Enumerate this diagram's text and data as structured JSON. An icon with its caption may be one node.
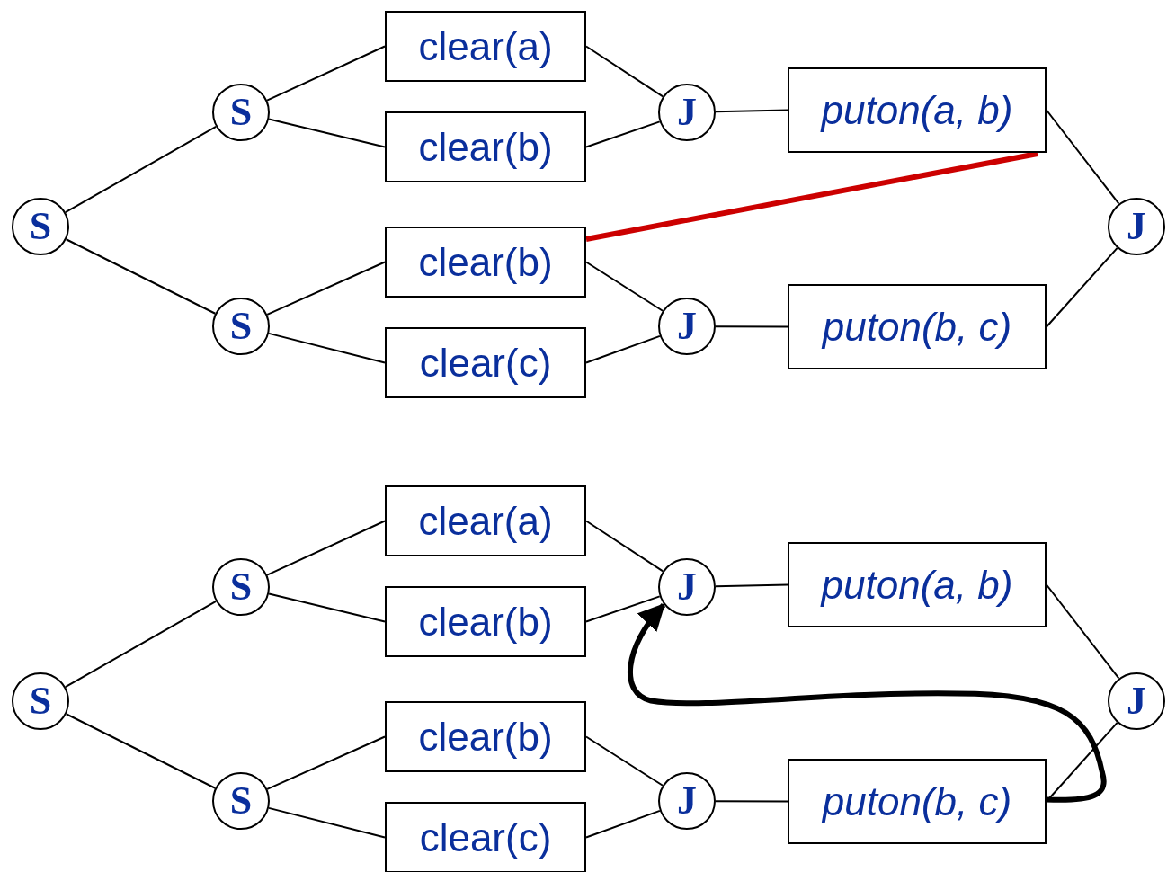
{
  "diagram": {
    "nodes": [
      {
        "text": [
          "S"
        ]
      },
      {
        "text": [
          "S"
        ]
      },
      {
        "text": [
          "clear(a)"
        ]
      },
      {
        "text": [
          "clear(b)"
        ]
      },
      {
        "text": [
          "J"
        ]
      },
      {
        "text": [
          "puton(a, b)"
        ]
      },
      {
        "text": [
          "S"
        ]
      },
      {
        "text": [
          "clear(b)"
        ]
      },
      {
        "text": [
          "clear(c)"
        ]
      },
      {
        "text": [
          "J"
        ]
      },
      {
        "text": [
          "puton(b, c)"
        ]
      },
      {
        "text": [
          "J"
        ]
      },
      {
        "text": [
          "S"
        ]
      },
      {
        "text": [
          "S"
        ]
      },
      {
        "text": [
          "clear(a)"
        ]
      },
      {
        "text": [
          "clear(b)"
        ]
      },
      {
        "text": [
          "J"
        ]
      },
      {
        "text": [
          "puton(a, b)"
        ]
      },
      {
        "text": [
          "S"
        ]
      },
      {
        "text": [
          "clear(b)"
        ]
      },
      {
        "text": [
          "clear(c)"
        ]
      },
      {
        "text": [
          "J"
        ]
      },
      {
        "text": [
          "puton(b, c)"
        ]
      },
      {
        "text": [
          "J"
        ]
      }
    ],
    "edges": [
      {
        "from": 0,
        "to": 1,
        "arrow": "none"
      },
      {
        "from": 0,
        "to": 6,
        "arrow": "none"
      },
      {
        "from": 1,
        "to": 2,
        "arrow": "none"
      },
      {
        "from": 1,
        "to": 3,
        "arrow": "none"
      },
      {
        "from": 2,
        "to": 4,
        "arrow": "none"
      },
      {
        "from": 3,
        "to": 4,
        "arrow": "none"
      },
      {
        "from": 4,
        "to": 5,
        "arrow": "none"
      },
      {
        "from": 5,
        "to": 11,
        "arrow": "none"
      },
      {
        "from": 6,
        "to": 7,
        "arrow": "none"
      },
      {
        "from": 6,
        "to": 8,
        "arrow": "none"
      },
      {
        "from": 7,
        "to": 9,
        "arrow": "none"
      },
      {
        "from": 8,
        "to": 9,
        "arrow": "none"
      },
      {
        "from": 9,
        "to": 10,
        "arrow": "none"
      },
      {
        "from": 10,
        "to": 11,
        "arrow": "none"
      },
      {
        "from": 7,
        "to": 5,
        "arrow": "none",
        "style": "thick",
        "color": "#cc0000"
      },
      {
        "from": 12,
        "to": 13,
        "arrow": "none"
      },
      {
        "from": 12,
        "to": 18,
        "arrow": "none"
      },
      {
        "from": 13,
        "to": 14,
        "arrow": "none"
      },
      {
        "from": 13,
        "to": 15,
        "arrow": "none"
      },
      {
        "from": 14,
        "to": 16,
        "arrow": "none"
      },
      {
        "from": 15,
        "to": 16,
        "arrow": "none"
      },
      {
        "from": 16,
        "to": 17,
        "arrow": "none"
      },
      {
        "from": 17,
        "to": 23,
        "arrow": "none"
      },
      {
        "from": 18,
        "to": 19,
        "arrow": "none"
      },
      {
        "from": 18,
        "to": 20,
        "arrow": "none"
      },
      {
        "from": 19,
        "to": 21,
        "arrow": "none"
      },
      {
        "from": 20,
        "to": 21,
        "arrow": "none"
      },
      {
        "from": 21,
        "to": 22,
        "arrow": "none"
      },
      {
        "from": 22,
        "to": 23,
        "arrow": "none"
      },
      {
        "from": 22,
        "to": 16,
        "arrow": "to",
        "style": "thick"
      }
    ]
  }
}
